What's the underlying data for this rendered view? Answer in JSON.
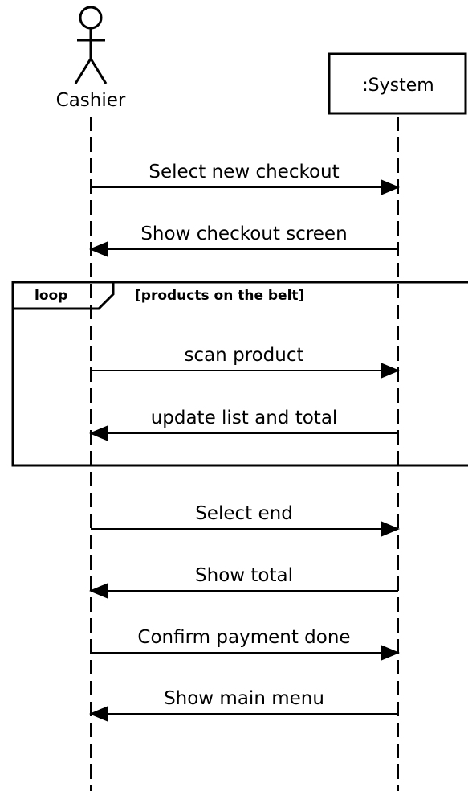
{
  "participants": {
    "actor": {
      "label": "Cashier",
      "icon": "stick-figure-icon"
    },
    "system": {
      "label": ":System"
    }
  },
  "messages": [
    {
      "label": "Select new checkout",
      "from": "Cashier",
      "to": ":System"
    },
    {
      "label": "Show checkout screen",
      "from": ":System",
      "to": "Cashier"
    },
    {
      "label": "scan product",
      "from": "Cashier",
      "to": ":System"
    },
    {
      "label": "update list and total",
      "from": ":System",
      "to": "Cashier"
    },
    {
      "label": "Select end",
      "from": "Cashier",
      "to": ":System"
    },
    {
      "label": "Show total",
      "from": ":System",
      "to": "Cashier"
    },
    {
      "label": "Confirm payment done",
      "from": "Cashier",
      "to": ":System"
    },
    {
      "label": "Show main menu",
      "from": ":System",
      "to": "Cashier"
    }
  ],
  "loop_frame": {
    "keyword": "loop",
    "guard": "[products on the belt]"
  },
  "colors": {
    "line": "#000000",
    "background": "#ffffff"
  }
}
